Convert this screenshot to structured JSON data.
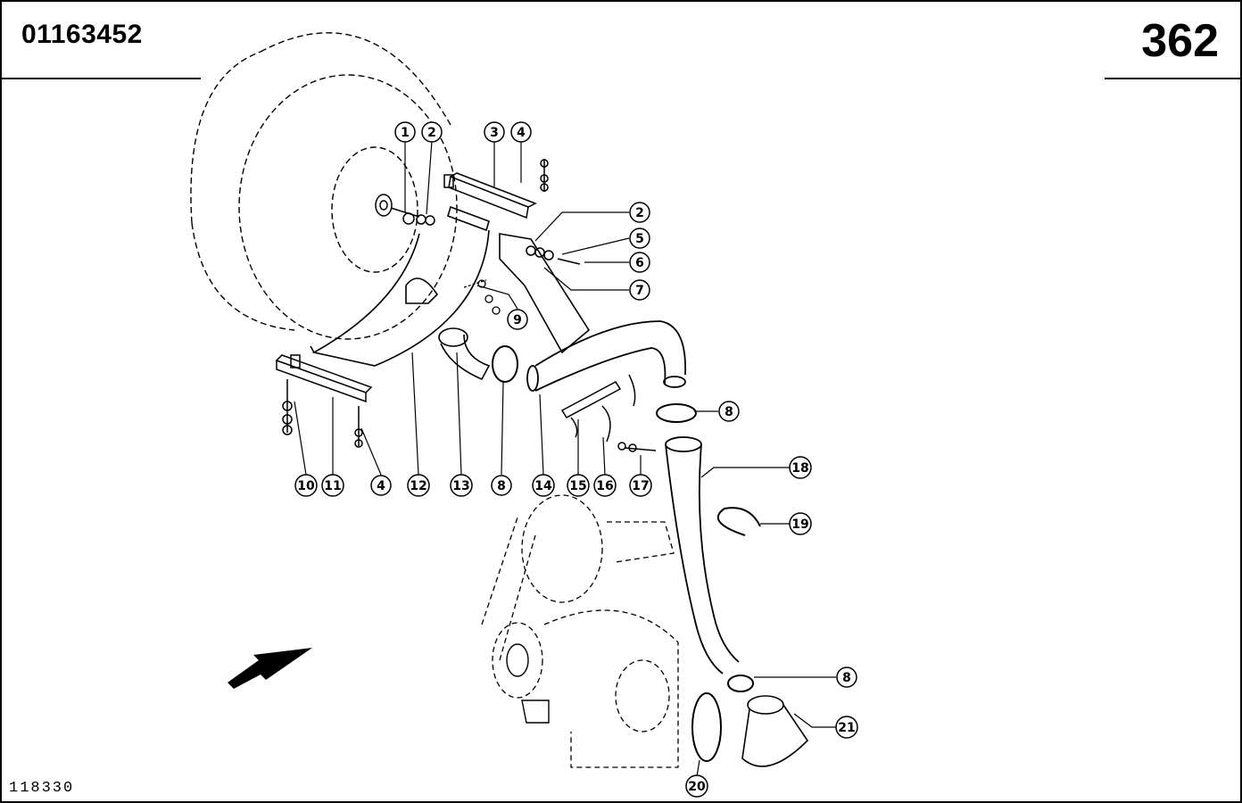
{
  "header": {
    "doc_number": "01163452",
    "page_number": "362"
  },
  "footer": {
    "figure_code": "118330"
  },
  "callouts": [
    {
      "label": "1"
    },
    {
      "label": "2"
    },
    {
      "label": "3"
    },
    {
      "label": "4"
    },
    {
      "label": "2"
    },
    {
      "label": "5"
    },
    {
      "label": "6"
    },
    {
      "label": "7"
    },
    {
      "label": "9"
    },
    {
      "label": "8"
    },
    {
      "label": "18"
    },
    {
      "label": "19"
    },
    {
      "label": "10"
    },
    {
      "label": "11"
    },
    {
      "label": "4"
    },
    {
      "label": "12"
    },
    {
      "label": "13"
    },
    {
      "label": "8"
    },
    {
      "label": "14"
    },
    {
      "label": "15"
    },
    {
      "label": "16"
    },
    {
      "label": "17"
    },
    {
      "label": "8"
    },
    {
      "label": "21"
    },
    {
      "label": "20"
    }
  ]
}
